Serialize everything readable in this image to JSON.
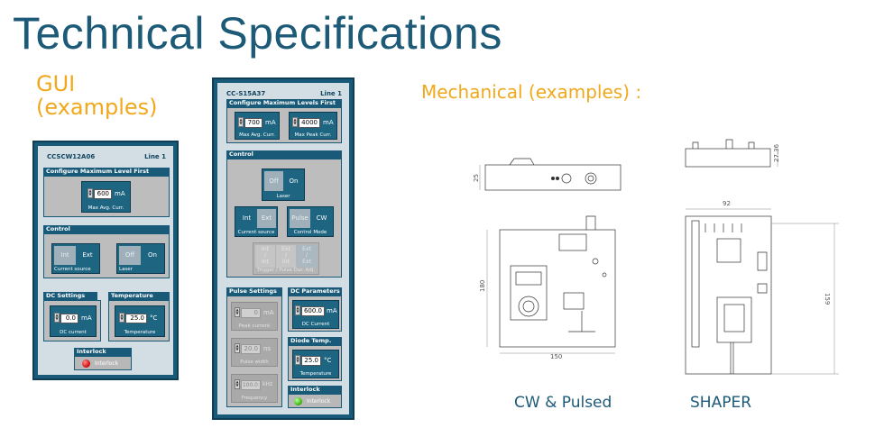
{
  "title": "Technical Specifications",
  "gui_label": [
    "GUI",
    "(examples)"
  ],
  "mechanical_label": "Mechanical (examples) :",
  "cw_panel": {
    "model": "CCSCW12A06",
    "line": "Line 1",
    "config_title": "Configure Maximum Level First",
    "max_avg": {
      "value": "600",
      "unit": "mA",
      "label": "Max Avg. Curr."
    },
    "control_title": "Control",
    "current_source": {
      "off": "Int",
      "on": "Ext",
      "label": "Current source"
    },
    "laser": {
      "off": "Off",
      "on": "On",
      "label": "Laser"
    },
    "dc_settings_title": "DC Settings",
    "dc_current": {
      "value": "0.0",
      "unit": "mA",
      "label": "DC current"
    },
    "temperature_title": "Temperature",
    "temperature": {
      "value": "25.0",
      "unit": "°C",
      "label": "Temperature"
    },
    "interlock_title": "Interlock",
    "interlock_label": "Interlock"
  },
  "pulse_panel": {
    "model": "CC-S15A37",
    "line": "Line 1",
    "config_title": "Configure Maximum Levels First",
    "max_avg": {
      "value": "700",
      "unit": "mA",
      "label": "Max Avg. Curr."
    },
    "max_peak": {
      "value": "4000",
      "unit": "mA",
      "label": "Max Peak Curr."
    },
    "control_title": "Control",
    "laser": {
      "off": "Off",
      "on": "On",
      "label": "Laser"
    },
    "current_source": {
      "on": "Int",
      "off": "Ext",
      "label": "Current source"
    },
    "control_mode": {
      "off": "Pulse",
      "on": "CW",
      "label": "Control Mode"
    },
    "trigger": {
      "opt1_a": "Int",
      "opt1_sep": "/",
      "opt1_b": "Int",
      "opt2_a": "Ext",
      "opt2_sep": "/",
      "opt2_b": "Int",
      "opt3_a": "Ext",
      "opt3_sep": "/",
      "opt3_b": "Ext",
      "label": "Trigger / Pulse Dur. Adj."
    },
    "pulse_settings_title": "Pulse Settings",
    "peak_current": {
      "value": "0",
      "unit": "mA",
      "label": "Peak current"
    },
    "pulse_width": {
      "value": "20.0",
      "unit": "ns",
      "label": "Pulse width"
    },
    "frequency": {
      "value": "100.0",
      "unit": "kHz",
      "label": "Frequency"
    },
    "dc_params_title": "DC Parameters",
    "dc_current": {
      "value": "600.0",
      "unit": "mA",
      "label": "DC Current"
    },
    "diode_temp_title": "Diode Temp.",
    "temperature": {
      "value": "25.0",
      "unit": "°C",
      "label": "Temperature"
    },
    "interlock_title": "Interlock",
    "interlock_label": "Interlock"
  },
  "drawings": {
    "cw_caption": "CW & Pulsed",
    "shaper_caption": "SHAPER",
    "dims": {
      "cw_height": "25",
      "cw_width": "150",
      "cw_depth": "180",
      "sh_width": "92",
      "sh_height": "27.36",
      "sh_depth": "159"
    }
  }
}
